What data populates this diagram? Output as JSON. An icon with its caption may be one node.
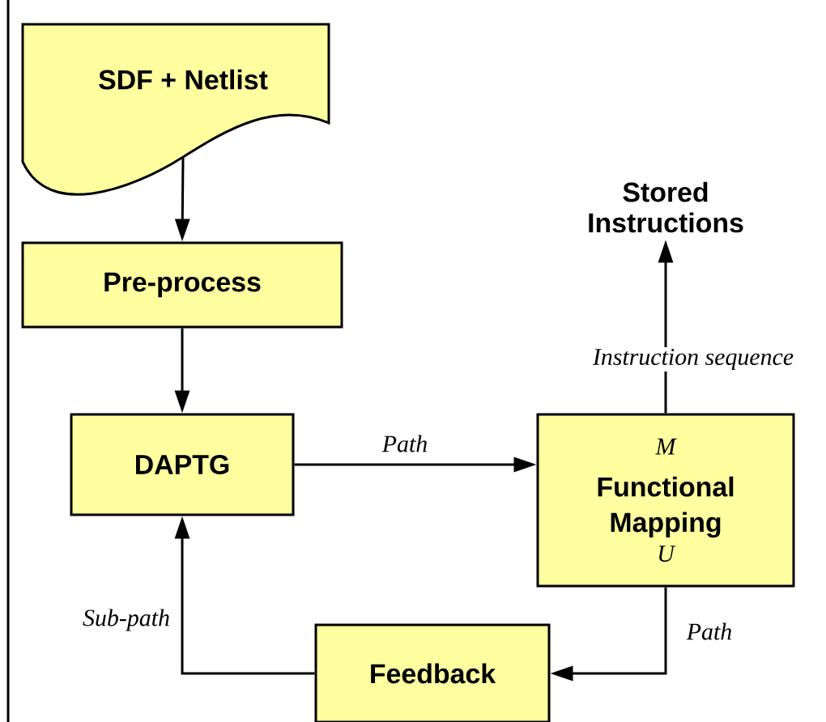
{
  "diagram": {
    "nodes": [
      {
        "text": [
          "SDF + Netlist"
        ]
      },
      {
        "text": [
          "Pre-process"
        ]
      },
      {
        "text": [
          "DAPTG"
        ]
      },
      {
        "text": [
          "M",
          "Functional Mapping",
          "U"
        ]
      },
      {
        "text": [
          "Feedback"
        ]
      },
      {
        "text": [
          "Stored Instructions"
        ]
      }
    ],
    "edges": [
      {
        "from": 0,
        "to": 1,
        "arrow": "to"
      },
      {
        "from": 1,
        "to": 2,
        "arrow": "to"
      },
      {
        "from": 2,
        "to": 3,
        "arrow": "to",
        "label": "Path"
      },
      {
        "from": 3,
        "to": 5,
        "arrow": "to",
        "label": "Instruction sequence"
      },
      {
        "from": 3,
        "to": 4,
        "arrow": "to",
        "label": "Path"
      },
      {
        "from": 4,
        "to": 2,
        "arrow": "to",
        "label": "Sub-path"
      }
    ]
  }
}
